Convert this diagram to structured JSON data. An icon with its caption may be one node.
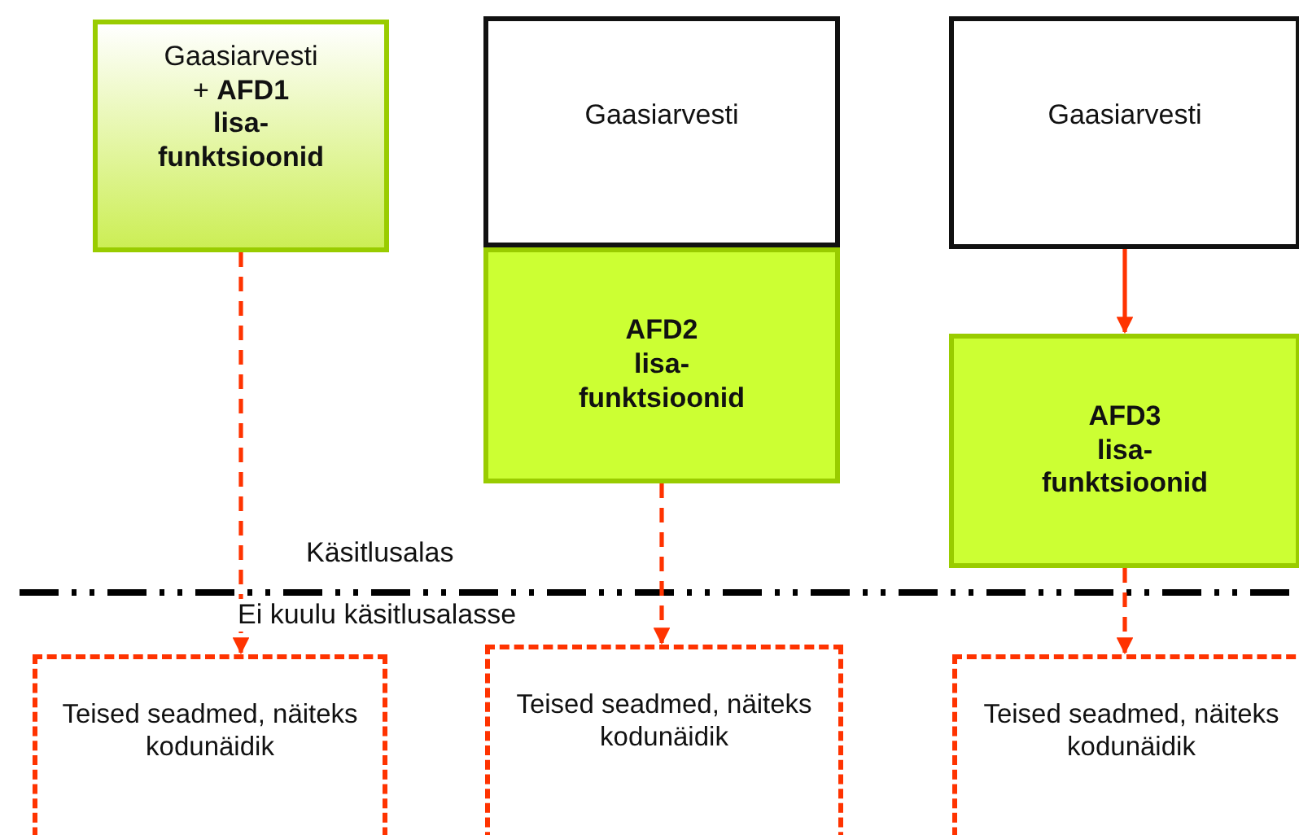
{
  "diagram": {
    "nodes": [
      {
        "text": [
          "Gaasiarvesti + **AFD1 lisa- funktsioonid**"
        ]
      },
      {
        "text": [
          "Gaasiarvesti"
        ]
      },
      {
        "text": [
          "AFD2 lisa- funktsioonid"
        ]
      },
      {
        "text": [
          "Gaasiarvesti"
        ]
      },
      {
        "text": [
          "AFD3 lisa- funktsioonid"
        ]
      },
      {
        "text": [
          "Teised seadmed, näiteks kodunäidik"
        ]
      },
      {
        "text": [
          "Teised seadmed, näiteks kodunäidik"
        ]
      },
      {
        "text": [
          "Teised seadmed, näiteks kodunäidik"
        ]
      }
    ],
    "edges": [
      {
        "from": 0,
        "to": 5,
        "arrow": "to",
        "style": "dashed",
        "color": "#ff3300"
      },
      {
        "from": 2,
        "to": 6,
        "arrow": "to",
        "style": "dashed",
        "color": "#ff3300"
      },
      {
        "from": 3,
        "to": 4,
        "arrow": "to",
        "color": "#ff3300"
      },
      {
        "from": 4,
        "to": 7,
        "arrow": "to",
        "style": "dashed",
        "color": "#ff3300"
      }
    ],
    "labels": [
      "Käsitlusalas",
      "Ei kuulu käsitlusalasse"
    ]
  }
}
